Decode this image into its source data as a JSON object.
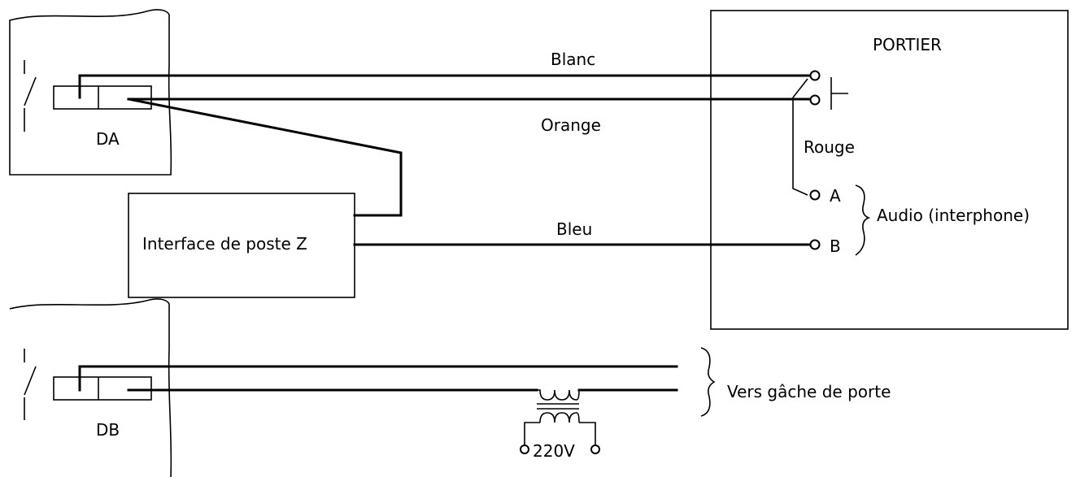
{
  "panel_top": {
    "label": "DA"
  },
  "panel_bottom": {
    "label": "DB"
  },
  "interface": {
    "label": "Interface de poste Z"
  },
  "portier": {
    "title": "PORTIER"
  },
  "wires": {
    "blanc": "Blanc",
    "orange": "Orange",
    "rouge": "Rouge",
    "bleu": "Bleu"
  },
  "terminals": {
    "a": "A",
    "b": "B"
  },
  "annotations": {
    "audio": "Audio (interphone)",
    "door_strike": "Vers gâche de porte"
  },
  "transformer": {
    "label": "220V"
  }
}
